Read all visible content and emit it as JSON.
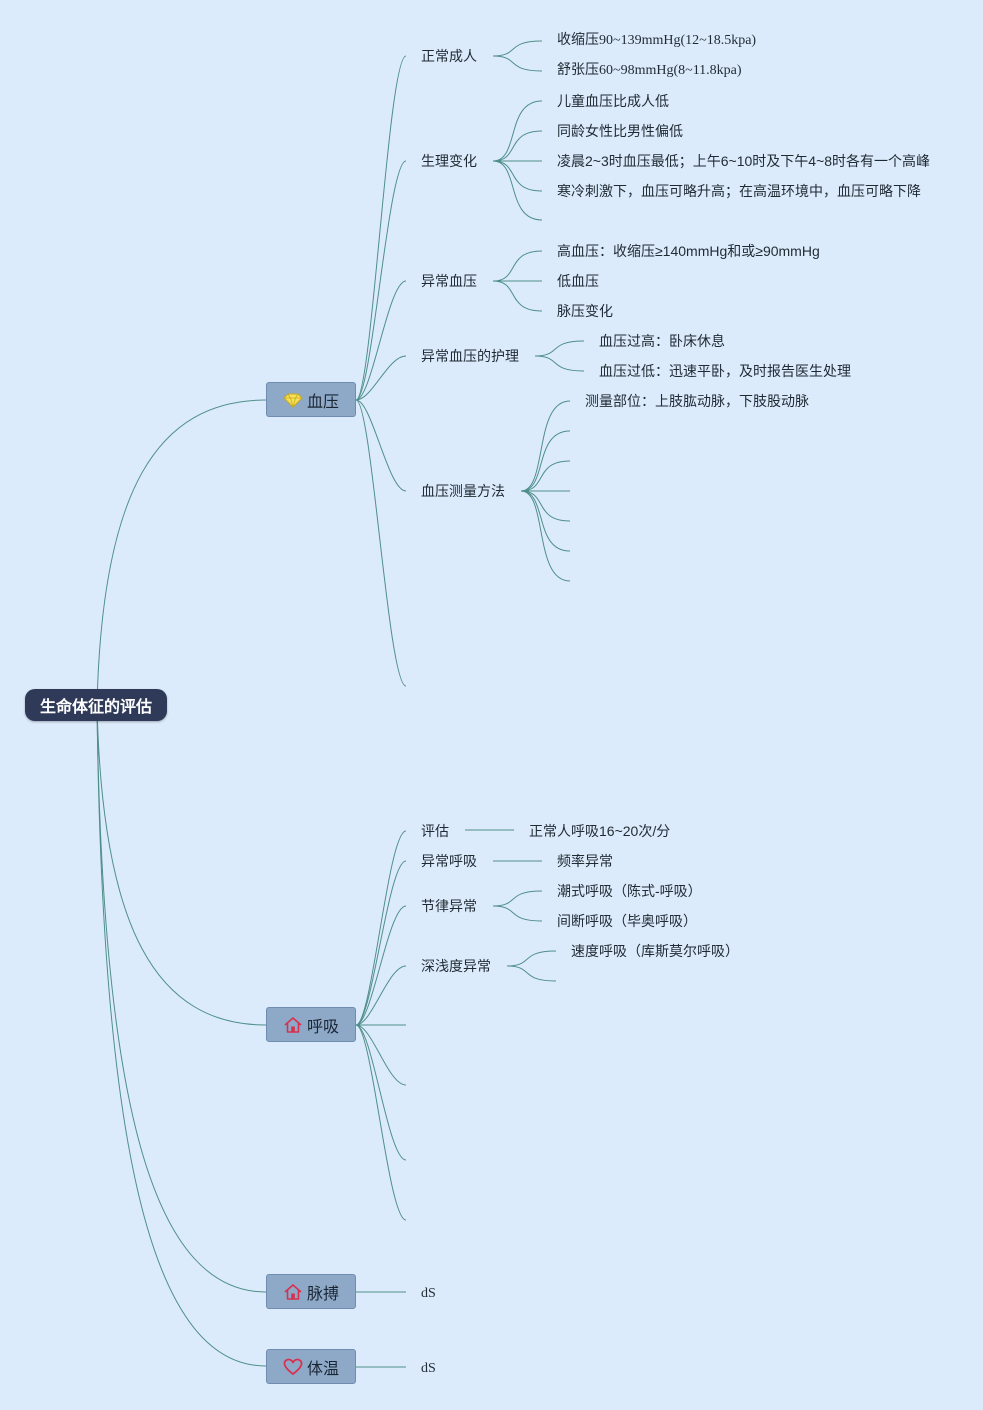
{
  "root": {
    "label": "生命体征的评估"
  },
  "branches": [
    {
      "label": "血压",
      "icon": "diamond-icon",
      "color": "#f2d64b"
    },
    {
      "label": "呼吸",
      "icon": "home-icon",
      "color": "#d9304f"
    },
    {
      "label": "脉搏",
      "icon": "home-icon",
      "color": "#d9304f"
    },
    {
      "label": "体温",
      "icon": "heart-icon",
      "color": "#d9304f"
    }
  ],
  "bp": {
    "normal": {
      "label": "正常成人",
      "items": [
        "收缩压90~139mmHg(12~18.5kpa)",
        "舒张压60~98mmHg(8~11.8kpa)"
      ]
    },
    "physio": {
      "label": "生理变化",
      "items": [
        "儿童血压比成人低",
        "同龄女性比男性偏低",
        "凌晨2~3时血压最低；上午6~10时及下午4~8时各有一个高峰",
        "寒冷刺激下，血压可略升高；在高温环境中，血压可略下降"
      ]
    },
    "abnormal": {
      "label": "异常血压",
      "items": [
        "高血压：收缩压≥140mmHg和或≥90mmHg",
        "低血压",
        "脉压变化"
      ]
    },
    "care": {
      "label": "异常血压的护理",
      "items": [
        "血压过高：卧床休息",
        "血压过低：迅速平卧，及时报告医生处理"
      ]
    },
    "method": {
      "label": "血压测量方法",
      "items": [
        "测量部位：上肢肱动脉，下肢股动脉"
      ]
    }
  },
  "resp": {
    "assess": {
      "label": "评估",
      "items": [
        "正常人呼吸16~20次/分"
      ]
    },
    "abnormal": {
      "label": "异常呼吸",
      "items": [
        "频率异常"
      ]
    },
    "rhythm": {
      "label": "节律异常",
      "items": [
        "潮式呼吸（陈式-呼吸）",
        "间断呼吸（毕奥呼吸）"
      ]
    },
    "depth": {
      "label": "深浅度异常",
      "items": [
        "速度呼吸（库斯莫尔呼吸）"
      ]
    }
  },
  "pulse": {
    "child": "dS"
  },
  "temp": {
    "child": "dS"
  },
  "colors": {
    "background": "#dcebfb",
    "line": "#4e8f8a",
    "root_fill": "#2e3a57",
    "branch_fill": "#8ea9c8"
  }
}
